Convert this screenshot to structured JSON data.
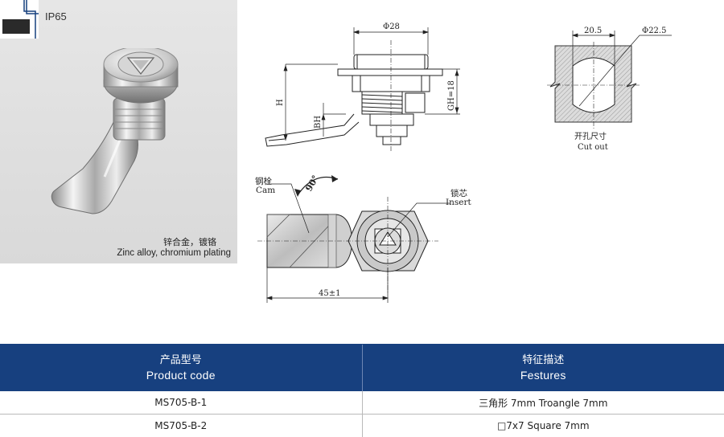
{
  "photo": {
    "rating": "IP65",
    "material_cn": "锌合金，镀铬",
    "material_en": "Zinc alloy, chromium plating"
  },
  "side_view": {
    "diameter": "Φ28",
    "height": "H",
    "base_height": "BH",
    "gh": "GH=18"
  },
  "cutout": {
    "width": "20.5",
    "diameter": "Φ22.5",
    "label_cn": "开孔尺寸",
    "label_en": "Cut out"
  },
  "front_view": {
    "cam_cn": "钢栓",
    "cam_en": "Cam",
    "insert_cn": "锁芯",
    "insert_en": "Insert",
    "rotation": "90°",
    "length": "45±1"
  },
  "table": {
    "headers": [
      {
        "cn": "产品型号",
        "en": "Product  code"
      },
      {
        "cn": "特征描述",
        "en": "Festures"
      }
    ],
    "rows": [
      {
        "code": "MS705-B-1",
        "desc": "三角形 7mm  Troangle 7mm"
      },
      {
        "code": "MS705-B-2",
        "desc": "□7x7 Square 7mm"
      }
    ]
  }
}
